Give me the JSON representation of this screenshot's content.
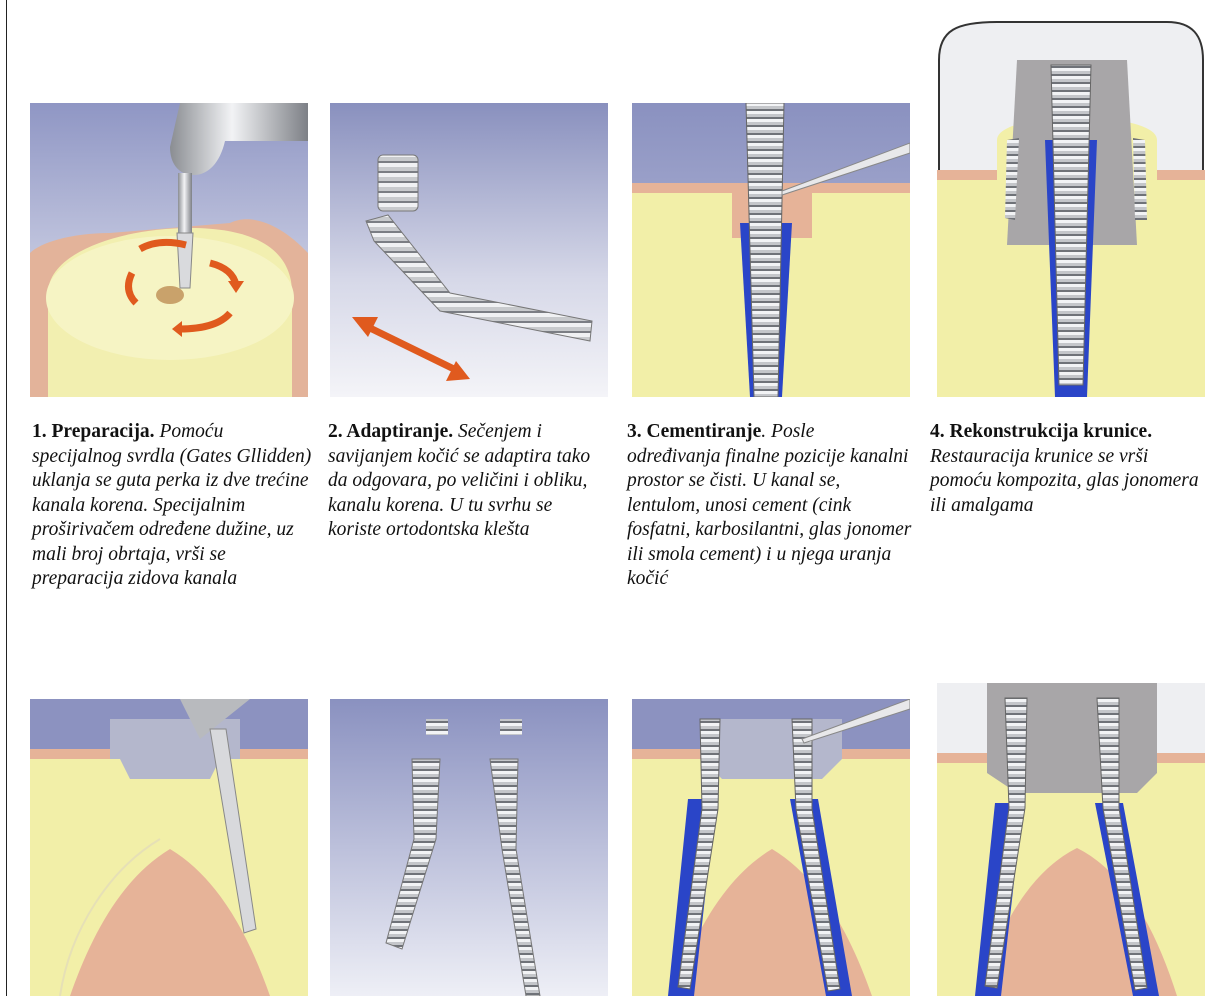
{
  "steps": [
    {
      "title": "1. Preparacija.",
      "text": "Pomoću specijalnog svrdla (Gates Gllidden) uklanja se guta perka iz dve trećine kanala korena. Specijalnim proširivačem određene dužine, uz mali broj obrtaja, vrši se preparacija zidova kanala"
    },
    {
      "title": "2. Adaptiranje.",
      "text": "Sečenjem i savijanjem kočić se adaptira tako da odgovara, po veličini i obliku, kanalu korena. U tu svrhu se koriste ortodontska klešta"
    },
    {
      "title": "3. Cementiranje",
      "sep": ".",
      "text": "Posle određivanja finalne pozicije kanalni prostor se čisti. U kanal se, lentulom, unosi cement (cink fosfatni, karbosilantni, glas jonomer ili smola cement) i u njega uranja kočić"
    },
    {
      "title": "4. Rekonstrukcija krunice.",
      "text": "Restauracija krunice se vrši pomoću kompozita, glas jonomera ili amalgama"
    }
  ],
  "colors": {
    "dentin": "#f3f0a8",
    "gum": "#eab79a",
    "background_blue": "#9aa0c8",
    "cement": "#2a45c8",
    "arrow": "#e05a1e",
    "composite": "#a8a6a8"
  }
}
